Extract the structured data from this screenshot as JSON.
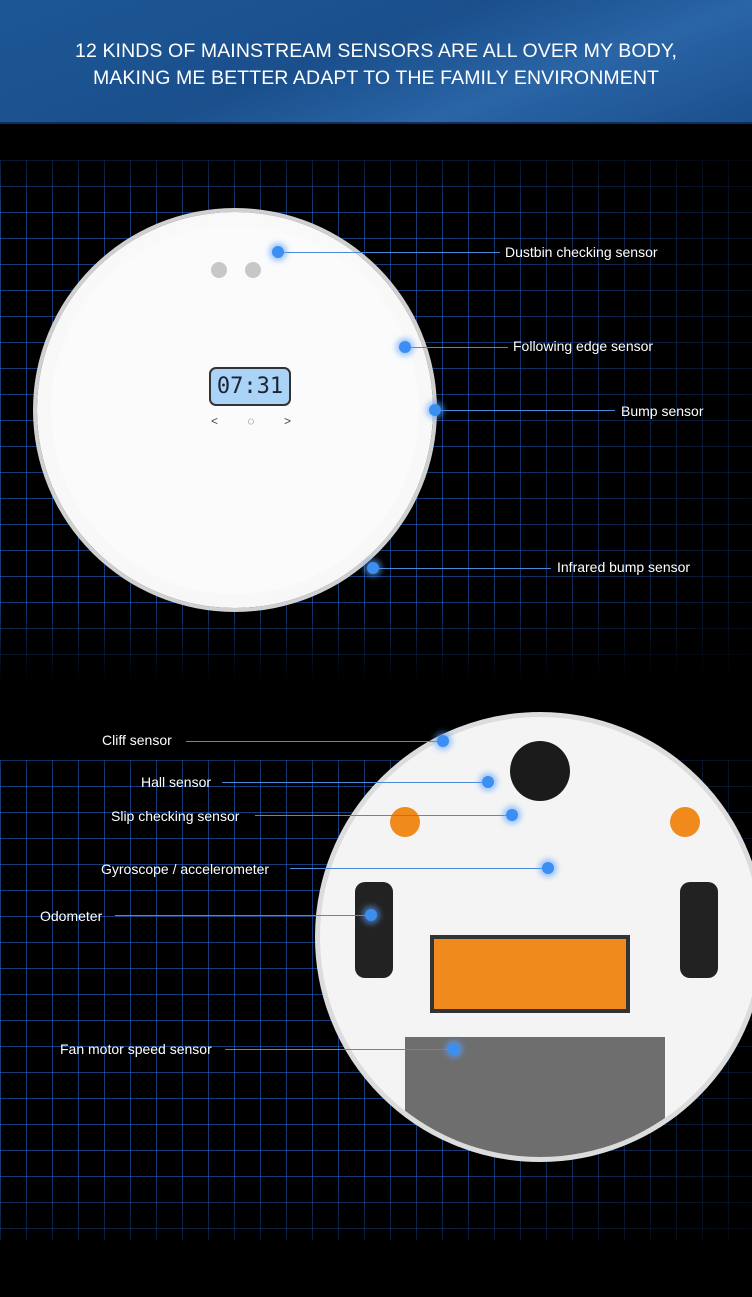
{
  "header": {
    "title_line1": "12 KINDS OF MAINSTREAM SENSORS ARE ALL OVER MY BODY,",
    "title_line2": "MAKING ME BETTER ADAPT TO THE FAMILY ENVIRONMENT"
  },
  "robot_top": {
    "display_time": "07:31"
  },
  "top_labels": [
    "Dustbin checking sensor",
    "Following edge sensor",
    "Bump sensor",
    "Infrared bump sensor"
  ],
  "bottom_labels": [
    "Cliff sensor",
    "Hall sensor",
    "Slip checking sensor",
    "Gyroscope / accelerometer",
    "Odometer",
    "Fan motor speed sensor"
  ],
  "colors": {
    "header": "#1d5796",
    "accent_dot": "#3a8ff0",
    "grid": "#286edc",
    "brush": "#f08a1d"
  }
}
